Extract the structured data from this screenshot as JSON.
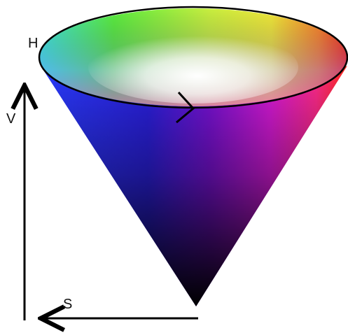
{
  "diagram": {
    "labels": {
      "hue": "H",
      "value": "V",
      "saturation": "S"
    },
    "colors": {
      "red": "#ff2a1a",
      "yellow": "#f2ea3a",
      "green": "#5cf040",
      "cyan": "#40f0ea",
      "blue": "#2a3cff",
      "magenta": "#ff2ae6",
      "apex": "#000000",
      "outline": "#000000"
    }
  }
}
